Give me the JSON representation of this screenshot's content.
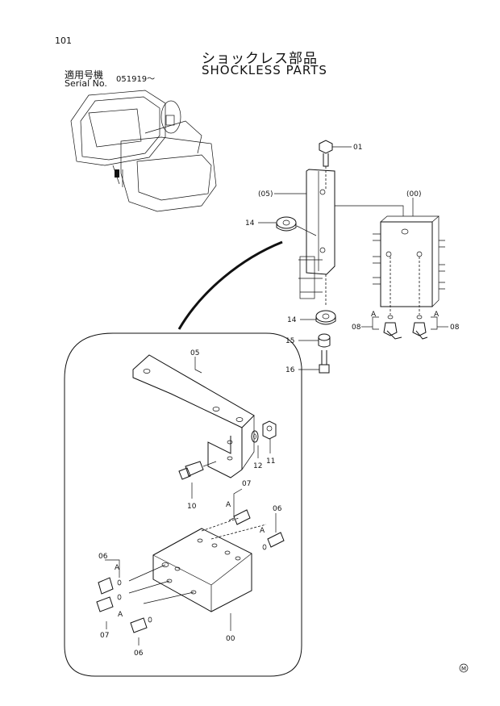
{
  "page": {
    "number": "101",
    "title_jp": "ショックレス部品",
    "title_en": "SHOCKLESS PARTS",
    "serial_label_jp": "適用号機",
    "serial_label_en": "Serial No.",
    "serial_value": "051919～",
    "mark": "M"
  },
  "upper_labels": {
    "p01": "01",
    "p05": "(05)",
    "p00": "(00)",
    "p14a": "14",
    "p14b": "14",
    "p15": "15",
    "p16": "16",
    "p08a": "08",
    "p08b": "08",
    "a1": "A",
    "a2": "A"
  },
  "lower_labels": {
    "p05": "05",
    "p12": "12",
    "p11": "11",
    "p10": "10",
    "p07a": "07",
    "p06a": "06",
    "p06b": "06",
    "p07b": "07",
    "p06c": "06",
    "p00": "00",
    "a1": "A",
    "a2": "A",
    "a3": "A",
    "a4": "A"
  }
}
